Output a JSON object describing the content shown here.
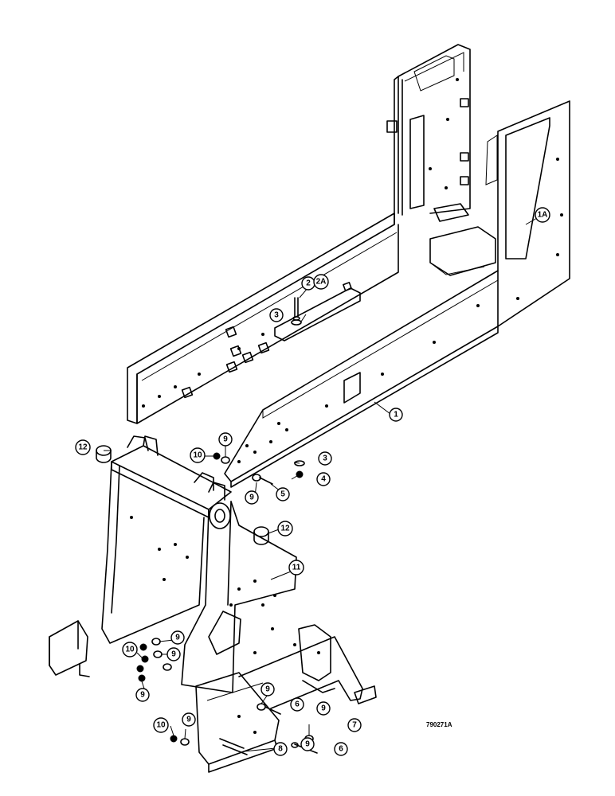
{
  "callouts": [
    {
      "id": "c1",
      "label": "1"
    },
    {
      "id": "c1a",
      "label": "1A"
    },
    {
      "id": "c2",
      "label": "2"
    },
    {
      "id": "c2a",
      "label": "2A"
    },
    {
      "id": "c3a",
      "label": "3"
    },
    {
      "id": "c3b",
      "label": "3"
    },
    {
      "id": "c4",
      "label": "4"
    },
    {
      "id": "c5",
      "label": "5"
    },
    {
      "id": "c6a",
      "label": "6"
    },
    {
      "id": "c6b",
      "label": "6"
    },
    {
      "id": "c7",
      "label": "7"
    },
    {
      "id": "c8",
      "label": "8"
    },
    {
      "id": "c9a",
      "label": "9"
    },
    {
      "id": "c9b",
      "label": "9"
    },
    {
      "id": "c9c",
      "label": "9"
    },
    {
      "id": "c9d",
      "label": "9"
    },
    {
      "id": "c9e",
      "label": "9"
    },
    {
      "id": "c9f",
      "label": "9"
    },
    {
      "id": "c9g",
      "label": "9"
    },
    {
      "id": "c9h",
      "label": "9"
    },
    {
      "id": "c9i",
      "label": "9"
    },
    {
      "id": "c10a",
      "label": "10"
    },
    {
      "id": "c10b",
      "label": "10"
    },
    {
      "id": "c10c",
      "label": "10"
    },
    {
      "id": "c11",
      "label": "11"
    },
    {
      "id": "c12a",
      "label": "12"
    },
    {
      "id": "c12b",
      "label": "12"
    }
  ],
  "drawing_number": "790271A"
}
